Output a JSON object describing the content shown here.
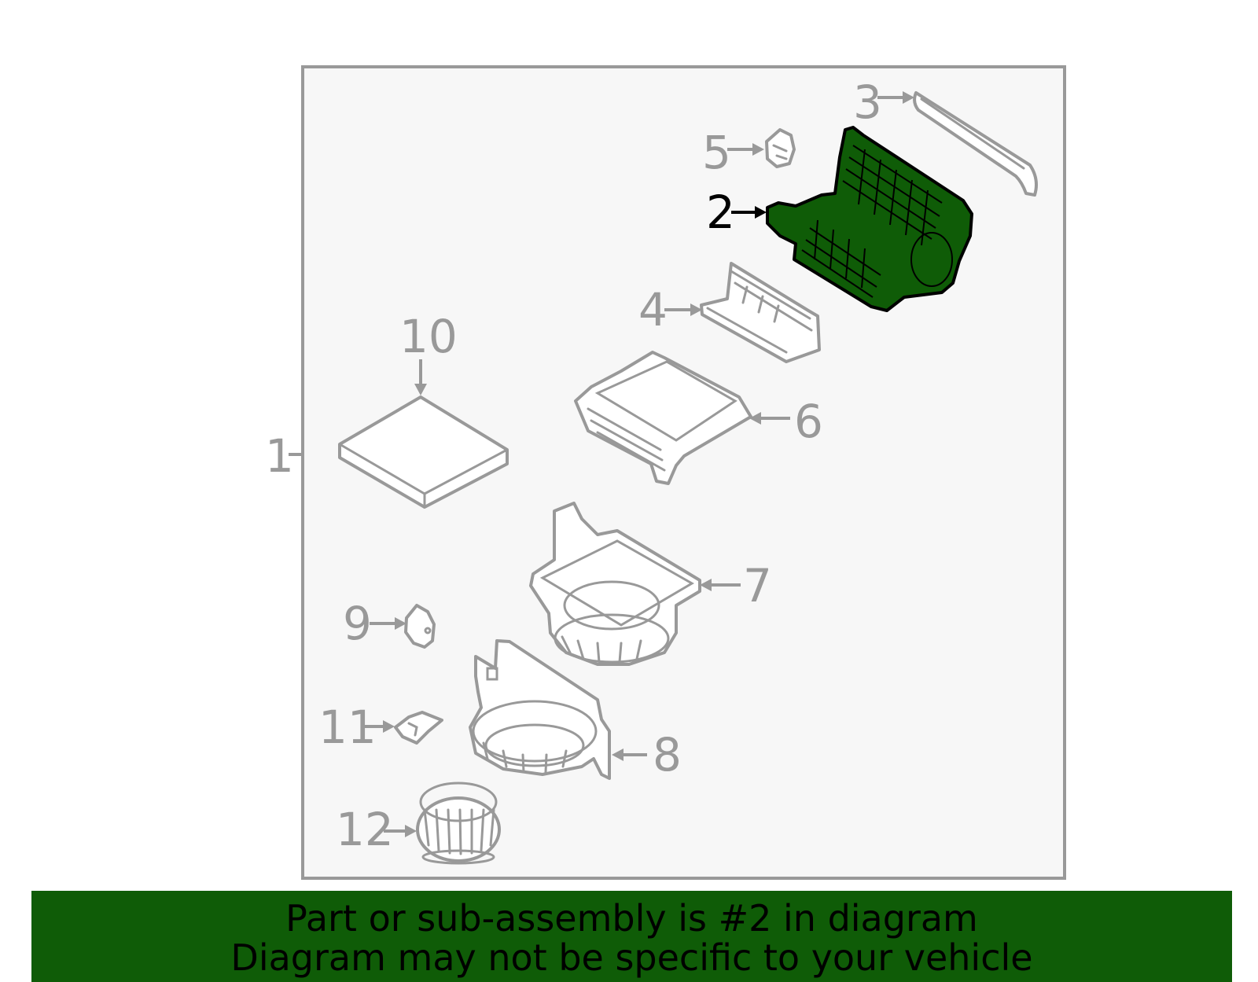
{
  "diagram": {
    "callouts": [
      "1",
      "2",
      "3",
      "4",
      "5",
      "6",
      "7",
      "8",
      "9",
      "10",
      "11",
      "12"
    ],
    "highlighted_part": "2",
    "colors": {
      "highlight_fill": "#0f5c07",
      "line_gray": "#999999",
      "frame_bg": "#f7f7f7",
      "banner_bg": "#0f5c07"
    }
  },
  "banner": {
    "line1": "Part or sub-assembly is #2 in diagram",
    "line2": "Diagram may not be specific to your vehicle"
  }
}
